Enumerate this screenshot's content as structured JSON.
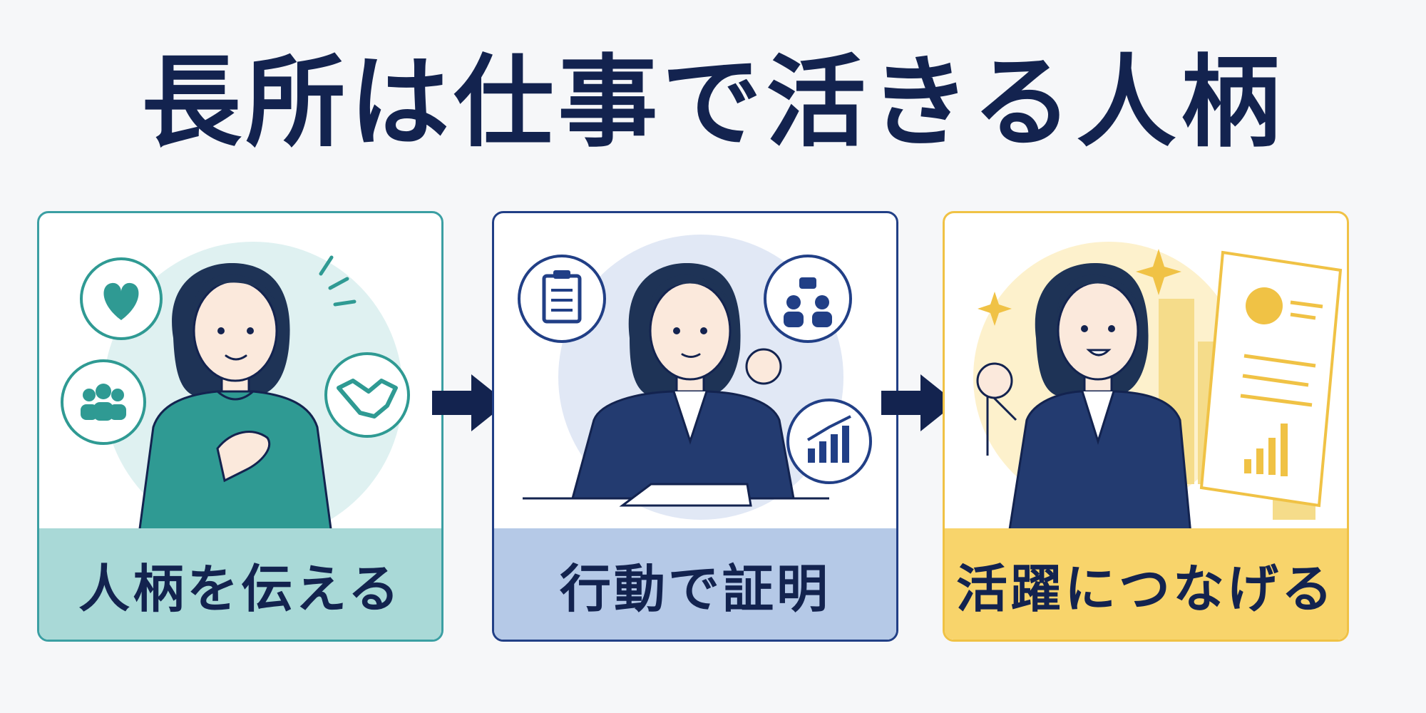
{
  "title": "長所は仕事で活きる人柄",
  "steps": [
    {
      "label": "人柄を伝える",
      "accent": "#3b9fa3"
    },
    {
      "label": "行動で証明",
      "accent": "#213f86"
    },
    {
      "label": "活躍につなげる",
      "accent": "#f0c245"
    }
  ],
  "colors": {
    "navy": "#13234f",
    "teal": "#2f9a93",
    "blue": "#213f86",
    "yellow": "#f0c245"
  }
}
